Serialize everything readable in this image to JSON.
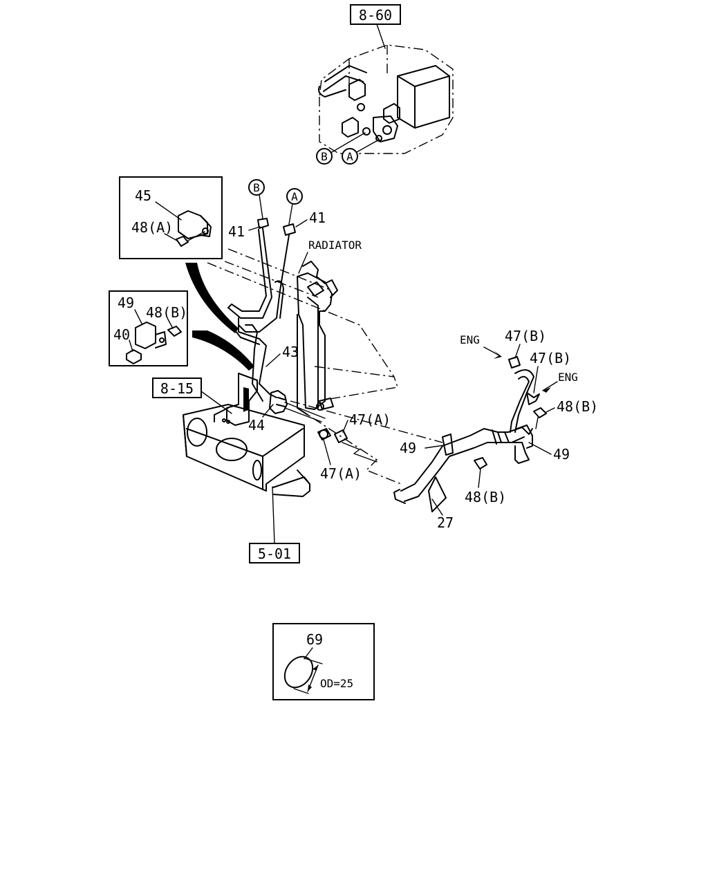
{
  "diagram": {
    "refs": {
      "r860": "8-60",
      "r815": "8-15",
      "r501": "5-01"
    },
    "circle_labels": {
      "a": "A",
      "b": "B"
    },
    "labels": {
      "radiator": "RADIATOR",
      "eng": "ENG",
      "od": "OD=25"
    },
    "parts": {
      "p27": "27",
      "p40": "40",
      "p41": "41",
      "p43": "43",
      "p44": "44",
      "p45": "45",
      "p47a": "47(A)",
      "p47b": "47(B)",
      "p48a": "48(A)",
      "p48b": "48(B)",
      "p49": "49",
      "p69": "69"
    }
  }
}
